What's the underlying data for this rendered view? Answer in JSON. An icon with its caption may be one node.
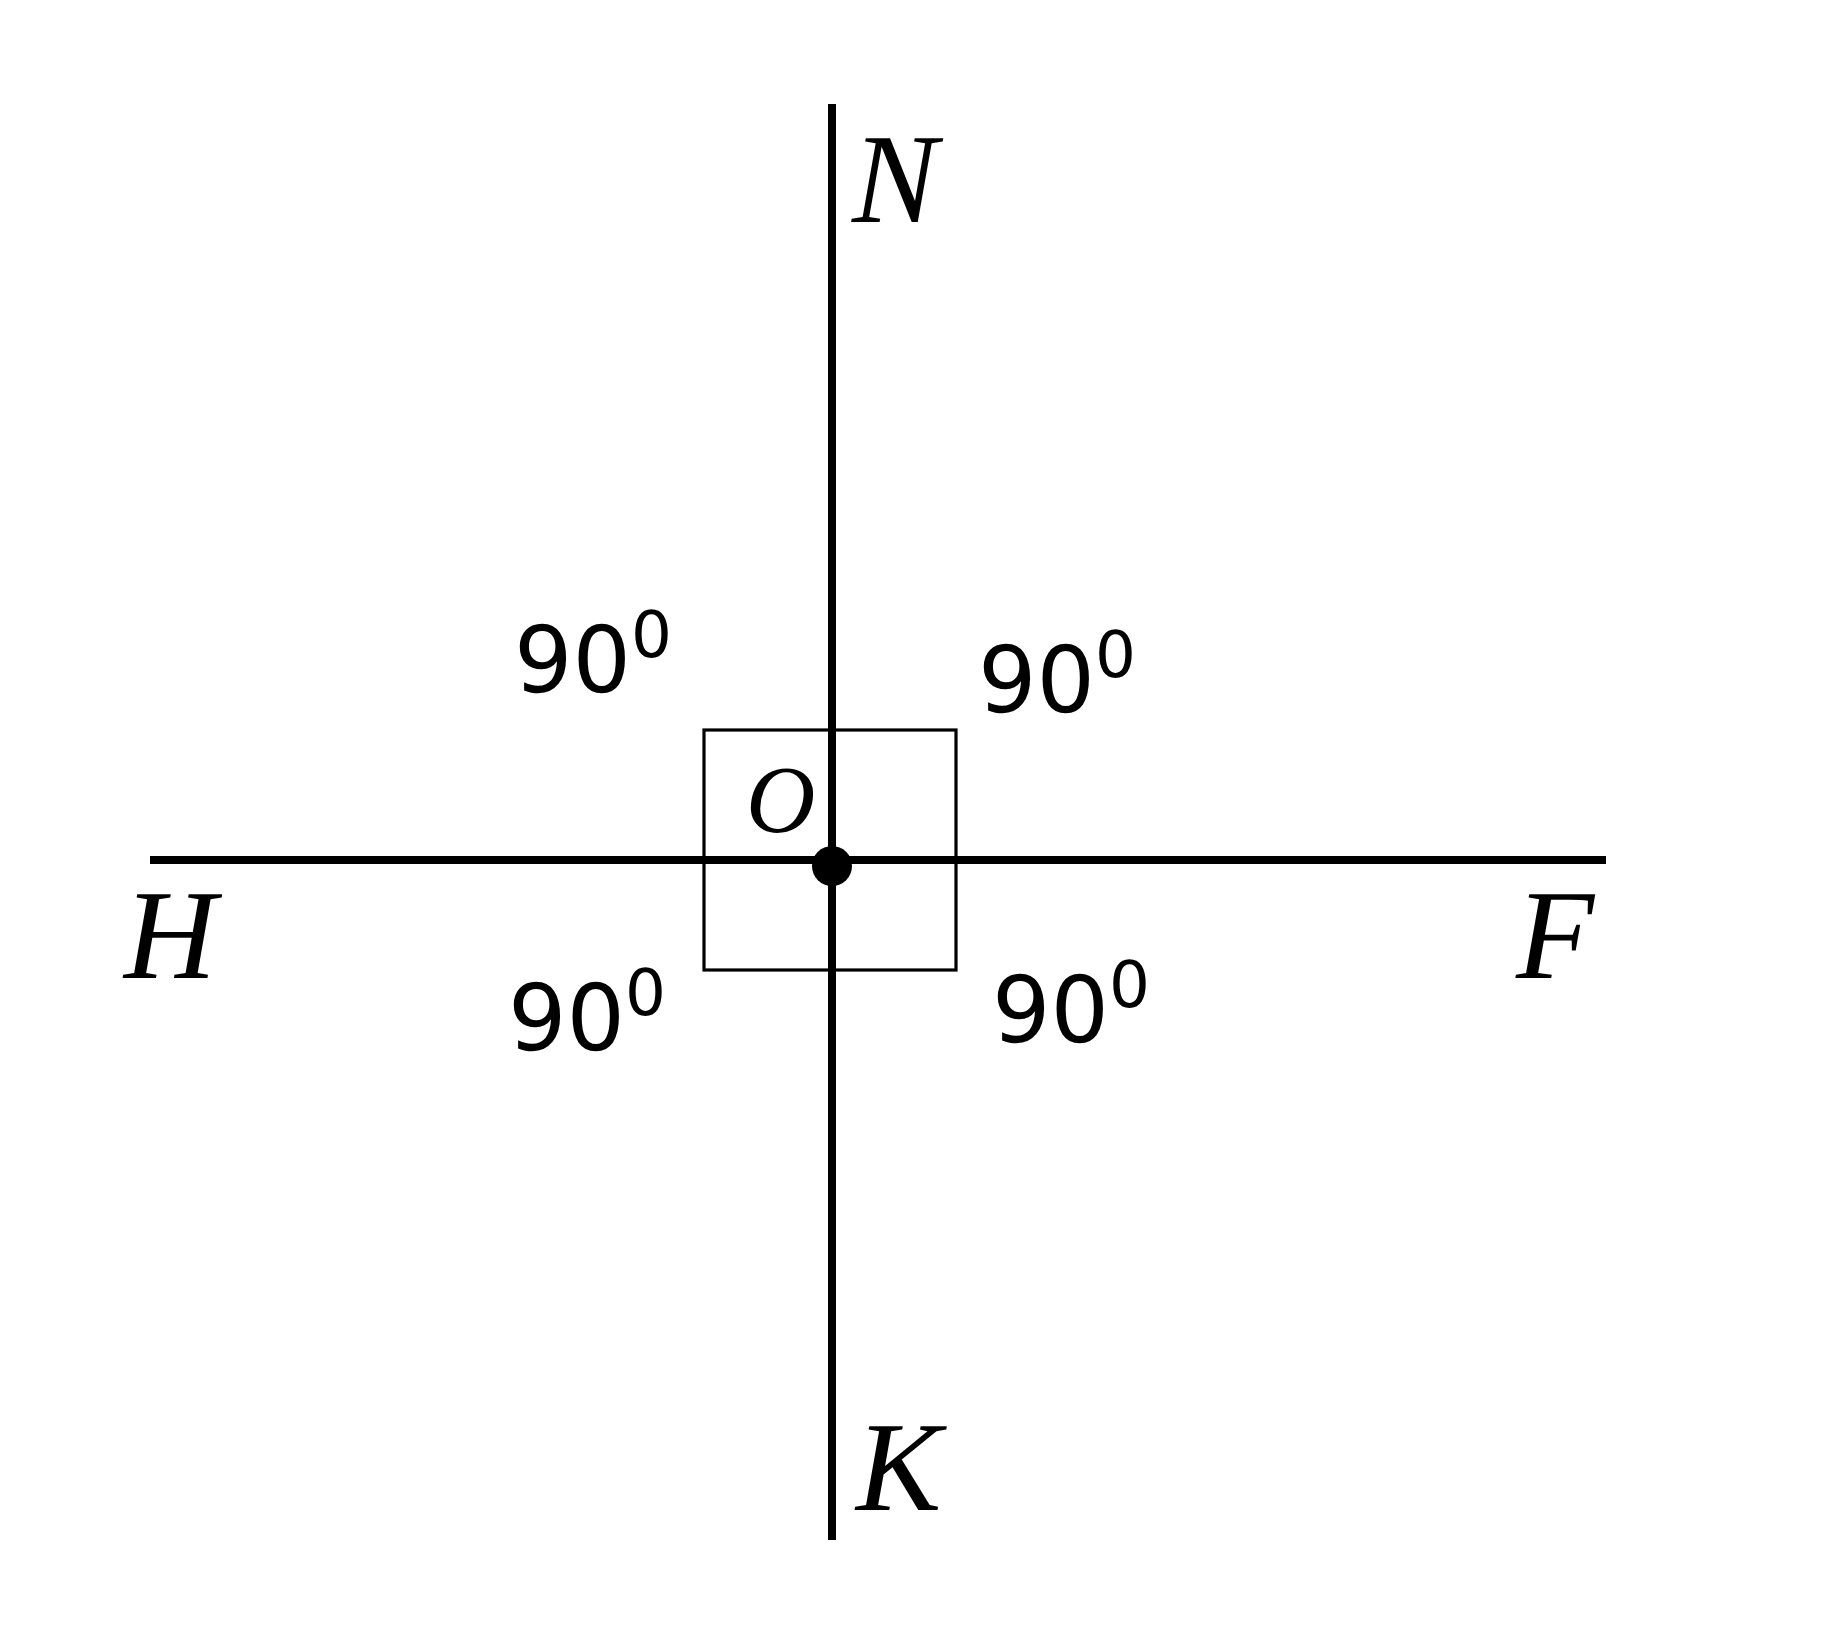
{
  "diagram": {
    "labels": [
      "N",
      "90$^{0}$",
      "90$^{0}$",
      "O",
      "H",
      "F",
      "90$^{0}$",
      "90$^{0}$",
      "K"
    ]
  }
}
